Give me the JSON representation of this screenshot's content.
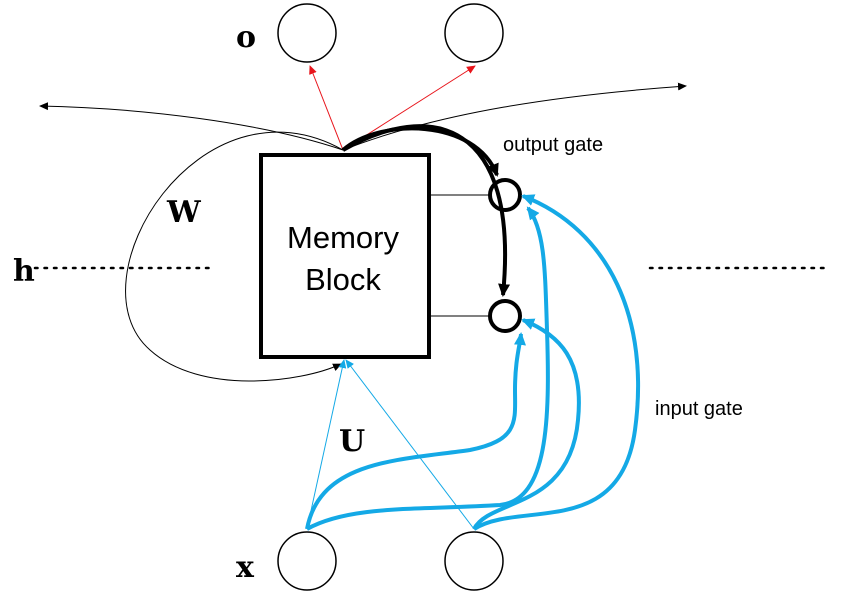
{
  "labels": {
    "o": "o",
    "w": "W",
    "h": "h",
    "u": "U",
    "x": "x",
    "block_line1": "Memory",
    "block_line2": "Block",
    "output_gate": "output gate",
    "input_gate": "input gate"
  },
  "colors": {
    "black": "#000000",
    "red": "#e8141b",
    "blue": "#14a9e6"
  }
}
